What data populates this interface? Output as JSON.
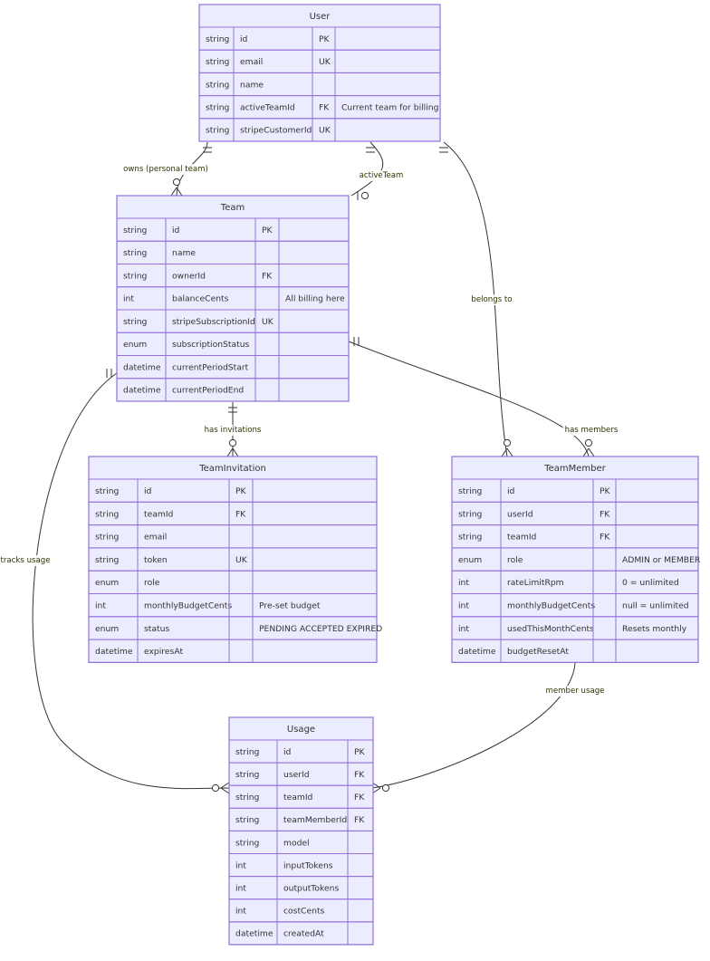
{
  "entities": [
    {
      "key": "User",
      "title": "User",
      "attrs": [
        [
          "string",
          "id",
          "PK",
          ""
        ],
        [
          "string",
          "email",
          "UK",
          ""
        ],
        [
          "string",
          "name",
          "",
          ""
        ],
        [
          "string",
          "activeTeamId",
          "FK",
          "Current team for billing"
        ],
        [
          "string",
          "stripeCustomerId",
          "UK",
          ""
        ]
      ]
    },
    {
      "key": "Team",
      "title": "Team",
      "attrs": [
        [
          "string",
          "id",
          "PK",
          ""
        ],
        [
          "string",
          "name",
          "",
          ""
        ],
        [
          "string",
          "ownerId",
          "FK",
          ""
        ],
        [
          "int",
          "balanceCents",
          "",
          "All billing here"
        ],
        [
          "string",
          "stripeSubscriptionId",
          "UK",
          ""
        ],
        [
          "enum",
          "subscriptionStatus",
          "",
          ""
        ],
        [
          "datetime",
          "currentPeriodStart",
          "",
          ""
        ],
        [
          "datetime",
          "currentPeriodEnd",
          "",
          ""
        ]
      ]
    },
    {
      "key": "TeamInvitation",
      "title": "TeamInvitation",
      "attrs": [
        [
          "string",
          "id",
          "PK",
          ""
        ],
        [
          "string",
          "teamId",
          "FK",
          ""
        ],
        [
          "string",
          "email",
          "",
          ""
        ],
        [
          "string",
          "token",
          "UK",
          ""
        ],
        [
          "enum",
          "role",
          "",
          ""
        ],
        [
          "int",
          "monthlyBudgetCents",
          "",
          "Pre-set budget"
        ],
        [
          "enum",
          "status",
          "",
          "PENDING ACCEPTED EXPIRED"
        ],
        [
          "datetime",
          "expiresAt",
          "",
          ""
        ]
      ]
    },
    {
      "key": "TeamMember",
      "title": "TeamMember",
      "attrs": [
        [
          "string",
          "id",
          "PK",
          ""
        ],
        [
          "string",
          "userId",
          "FK",
          ""
        ],
        [
          "string",
          "teamId",
          "FK",
          ""
        ],
        [
          "enum",
          "role",
          "",
          "ADMIN or MEMBER"
        ],
        [
          "int",
          "rateLimitRpm",
          "",
          "0 = unlimited"
        ],
        [
          "int",
          "monthlyBudgetCents",
          "",
          "null = unlimited"
        ],
        [
          "int",
          "usedThisMonthCents",
          "",
          "Resets monthly"
        ],
        [
          "datetime",
          "budgetResetAt",
          "",
          ""
        ]
      ]
    },
    {
      "key": "Usage",
      "title": "Usage",
      "attrs": [
        [
          "string",
          "id",
          "PK"
        ],
        [
          "string",
          "userId",
          "FK"
        ],
        [
          "string",
          "teamId",
          "FK"
        ],
        [
          "string",
          "teamMemberId",
          "FK"
        ],
        [
          "string",
          "model",
          ""
        ],
        [
          "int",
          "inputTokens",
          ""
        ],
        [
          "int",
          "outputTokens",
          ""
        ],
        [
          "int",
          "costCents",
          ""
        ],
        [
          "datetime",
          "createdAt",
          ""
        ]
      ]
    }
  ],
  "relationships": [
    {
      "key": "owns",
      "from": "User",
      "to": "Team",
      "label": "owns (personal team)",
      "from_card": "exactly-one",
      "to_card": "zero-or-more"
    },
    {
      "key": "active",
      "from": "User",
      "to": "Team",
      "label": "activeTeam",
      "from_card": "exactly-one",
      "to_card": "zero-or-one"
    },
    {
      "key": "belongs",
      "from": "User",
      "to": "TeamMember",
      "label": "belongs to",
      "from_card": "exactly-one",
      "to_card": "zero-or-more"
    },
    {
      "key": "invites",
      "from": "Team",
      "to": "TeamInvitation",
      "label": "has invitations",
      "from_card": "exactly-one",
      "to_card": "zero-or-more"
    },
    {
      "key": "members",
      "from": "Team",
      "to": "TeamMember",
      "label": "has members",
      "from_card": "exactly-one",
      "to_card": "zero-or-more"
    },
    {
      "key": "tracks",
      "from": "Team",
      "to": "Usage",
      "label": "tracks usage",
      "from_card": "exactly-one",
      "to_card": "zero-or-more"
    },
    {
      "key": "memusage",
      "from": "TeamMember",
      "to": "Usage",
      "label": "member usage",
      "from_card": "exactly-one",
      "to_card": "zero-or-more"
    }
  ]
}
